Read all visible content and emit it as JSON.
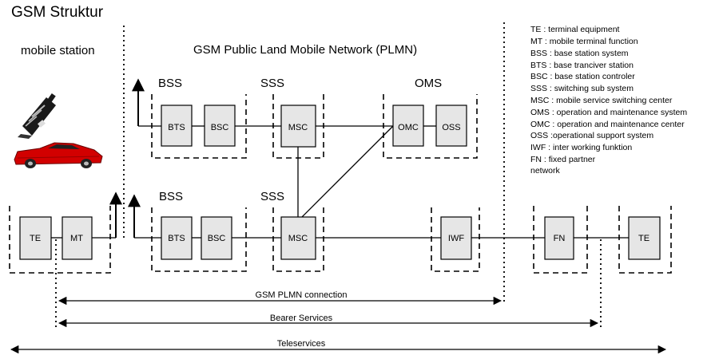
{
  "title": "GSM  Struktur",
  "mobile_station_label": "mobile station",
  "plmn_label": "GSM Public Land Mobile Network (PLMN)",
  "groups": {
    "bss_top": "BSS",
    "sss_top": "SSS",
    "oms": "OMS",
    "bss_bottom": "BSS",
    "sss_bottom": "SSS"
  },
  "boxes": {
    "bts_top": "BTS",
    "bsc_top": "BSC",
    "msc_top": "MSC",
    "omc": "OMC",
    "oss": "OSS",
    "te_left": "TE",
    "mt": "MT",
    "bts_bottom": "BTS",
    "bsc_bottom": "BSC",
    "msc_bottom": "MSC",
    "iwf": "IWF",
    "fn": "FN",
    "te_right": "TE"
  },
  "legend": [
    "TE : terminal equipment",
    "MT : mobile terminal function",
    "BSS : base station  system",
    "BTS : base tranciver station",
    "BSC : base station controler",
    "SSS : switching sub system",
    "MSC : mobile service switching center",
    "OMS : operation and maintenance system",
    "OMC : operation and maintenance center",
    "OSS :operational support system",
    "IWF : inter working funktion",
    "FN : fixed partner",
    "network"
  ],
  "spans": {
    "plmn_connection": "GSM PLMN connection",
    "bearer_services": "Bearer Services",
    "teleservices": "Teleservices"
  },
  "icons": [
    "mobile-phone-icon",
    "red-sports-car-icon"
  ]
}
